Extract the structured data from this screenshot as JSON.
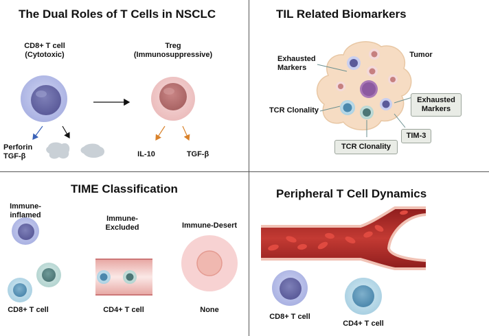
{
  "panels": {
    "dual_roles": {
      "title": "The Dual Roles of T Cells in NSCLC",
      "cd8_label_line1": "CD8+ T cell",
      "cd8_label_line2": "(Cytotoxic)",
      "treg_label_line1": "Treg",
      "treg_label_line2": "(Immunosuppressive)",
      "perforin": "Perforin",
      "tgfb_left": "TGF-β",
      "il10": "IL-10",
      "tgfb_right": "TGF-β"
    },
    "til": {
      "title": "TIL Related Biomarkers",
      "exhausted_line1": "Exhausted",
      "exhausted_line2": "Markers",
      "tumor": "Tumor",
      "tcr_clonality": "TCR Clonality",
      "box_exhausted_line1": "Exhausted",
      "box_exhausted_line2": "Markers",
      "box_tim3": "TIM-3",
      "box_tcr": "TCR Clonality"
    },
    "time": {
      "title": "TIME Classification",
      "inflamed_line1": "Immune-",
      "inflamed_line2": "inflamed",
      "excluded_line1": "Immune-",
      "excluded_line2": "Excluded",
      "desert": "Immune-Desert",
      "cd8": "CD8+ T cell",
      "cd4": "CD4+ T cell",
      "none": "None"
    },
    "peripheral": {
      "title": "Peripheral T Cell Dynamics",
      "cd8": "CD8+ T cell",
      "cd4": "CD4+ T cell"
    }
  }
}
